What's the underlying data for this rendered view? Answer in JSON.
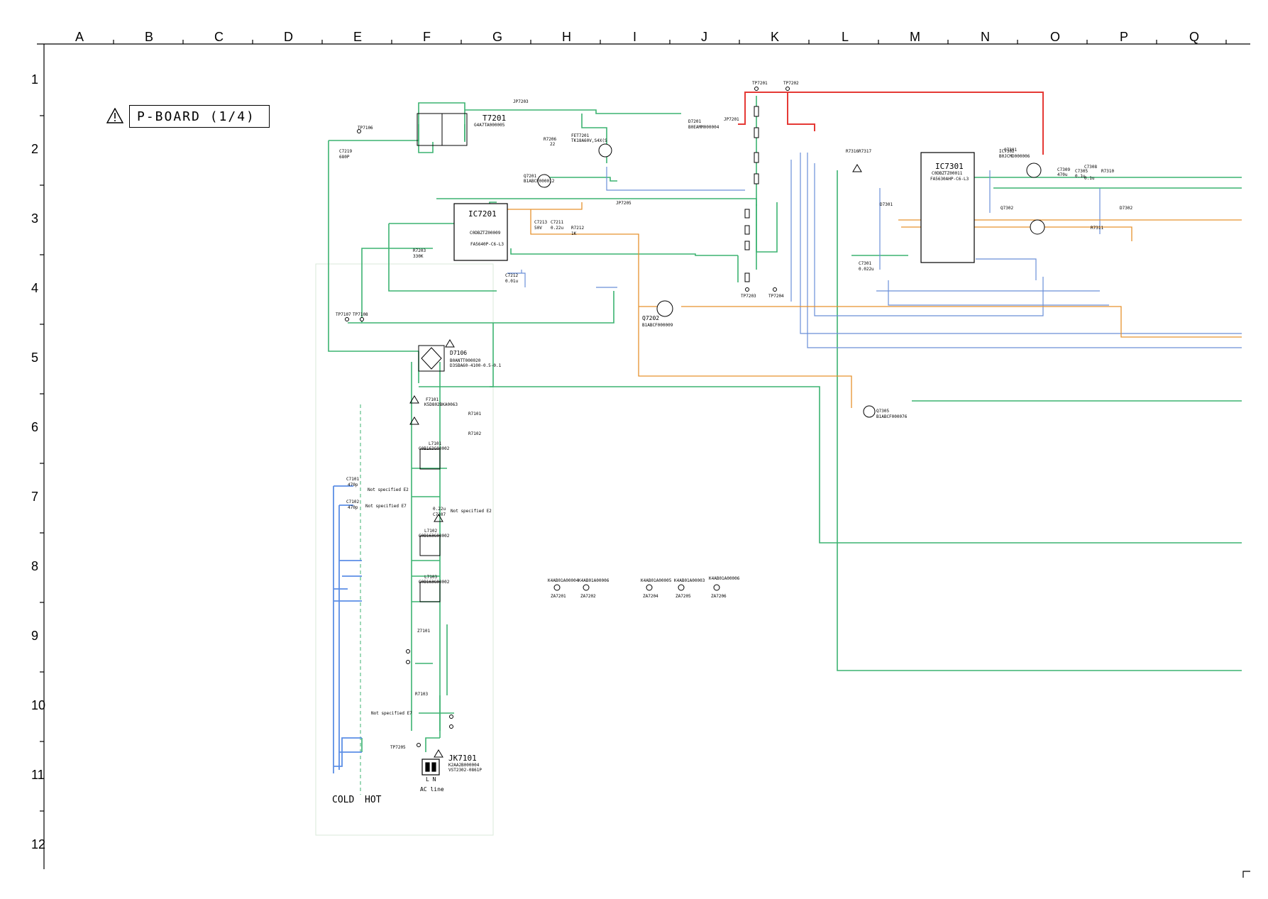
{
  "columns": [
    "A",
    "B",
    "C",
    "D",
    "E",
    "F",
    "G",
    "H",
    "I",
    "J",
    "K",
    "L",
    "M",
    "N",
    "O",
    "P",
    "Q"
  ],
  "rows": [
    "1",
    "2",
    "3",
    "4",
    "5",
    "6",
    "7",
    "8",
    "9",
    "10",
    "11",
    "12"
  ],
  "title": "P-BOARD (1/4)",
  "zones": {
    "cold": "COLD",
    "hot": "HOT"
  },
  "wire_colors": {
    "primary": "#3cb371",
    "hot_rail": "#e53935",
    "signal_blue": "#6a8fd8",
    "signal_orange": "#e6922e",
    "ground_blue": "#5b8ee6"
  },
  "ics": [
    {
      "ref": "IC7201",
      "part": "C0DBZTZ00009",
      "sub": "FA5640P-C6-L3"
    },
    {
      "ref": "IC7301",
      "part": "C0DBZTZ00011",
      "sub": "FA5630AHP-C6-L3"
    }
  ],
  "labels": {
    "t7201": "T7201",
    "t7201_part": "G4A7TA000005",
    "jk7101": "JK7101",
    "jk7101_part": "K2AA2B000004",
    "jk7101_sub": "VST2302-0861P",
    "ac_line": "AC line",
    "ln": "L  N",
    "d7106": "D7106",
    "d7106_part": "B0ANTT000020",
    "d7106_sub": "D3SBA60-4100-0.5-0.1",
    "q7202": "Q7202",
    "q7202_part": "B1ABCF000009",
    "q7305": "Q7305",
    "q7305_part": "B1ABCF000076",
    "not_specified_1": "Not specified E2",
    "not_specified_2": "Not specified E7",
    "not_specified_3": "Not specified E2",
    "not_specified_4": "Not specified E7",
    "jp7203": "JP7203",
    "jp7205": "JP7205",
    "jp7201": "JP7201",
    "tp7201": "TP7201",
    "tp7202": "TP7202",
    "tp7203": "TP7203",
    "tp7204": "TP7204",
    "tp7205": "TP7205",
    "tp7106": "TP7106",
    "tp7107": "TP7107",
    "tp7108": "TP7108",
    "c7219": "C7219",
    "c7219_val": "680P",
    "q7201": "Q7201",
    "q7201_part": "B1ABCF000012",
    "fet7201": "FET7201",
    "fet7201_part": "TK18A60V,S4X(S",
    "d7201": "D7201",
    "d7201_part": "B0EAMM000004",
    "za7201": "ZA7201",
    "za7202": "ZA7202",
    "za7204": "ZA7204",
    "za7205": "ZA7205",
    "za7206": "ZA7206",
    "za_part_1": "K4AB01A00004",
    "za_part_2": "K4AB01A00006",
    "za_part_3": "K4AB01A00005",
    "za_part_4": "K4AB01A00003",
    "za_part_5": "K4AB01A00006",
    "ic7302": "IC7302",
    "ic7302_part": "B0JCMD000006",
    "c7305": "C7305",
    "c7305_val": "0.1u",
    "r7310": "R7310",
    "d7302": "D7302",
    "l7101": "L7101",
    "l7101_part": "G0B163G00002",
    "l7102": "L7102",
    "l7102_part": "G0B163G00002",
    "l7103": "L7103",
    "l7103_part": "G0B163G00002",
    "f7101": "F7101",
    "f7101_part": "K5D802BKA0063",
    "c7101": "C7101",
    "c7101_val": "470p",
    "c7102": "C7102",
    "c7102_val": "470p",
    "c7107": "C7107",
    "c7107_val": "0.22u",
    "r7101": "R7101",
    "r7102": "R7102",
    "r7103": "R7103",
    "z7101": "Z7101",
    "c7211": "C7211",
    "c7211_val": "0.22u",
    "c7212": "C7212",
    "c7212_val": "0.01u",
    "r7203": "R7203",
    "r7203_val": "330K",
    "r7206": "R7206",
    "r7206_val": "22",
    "r7212": "R7212",
    "r7212_val": "1K",
    "c7213": "C7213",
    "c7213_val": "50V",
    "r7311": "R7311",
    "r7316": "R7316",
    "d7301": "D7301",
    "q7301": "Q7301",
    "q7302": "Q7302",
    "r7317": "R7317",
    "c7301": "C7301",
    "c7301_val": "0.022u",
    "c7308": "C7308",
    "c7308_val": "0.1u",
    "c7309": "C7309",
    "c7309_val": "470u"
  }
}
